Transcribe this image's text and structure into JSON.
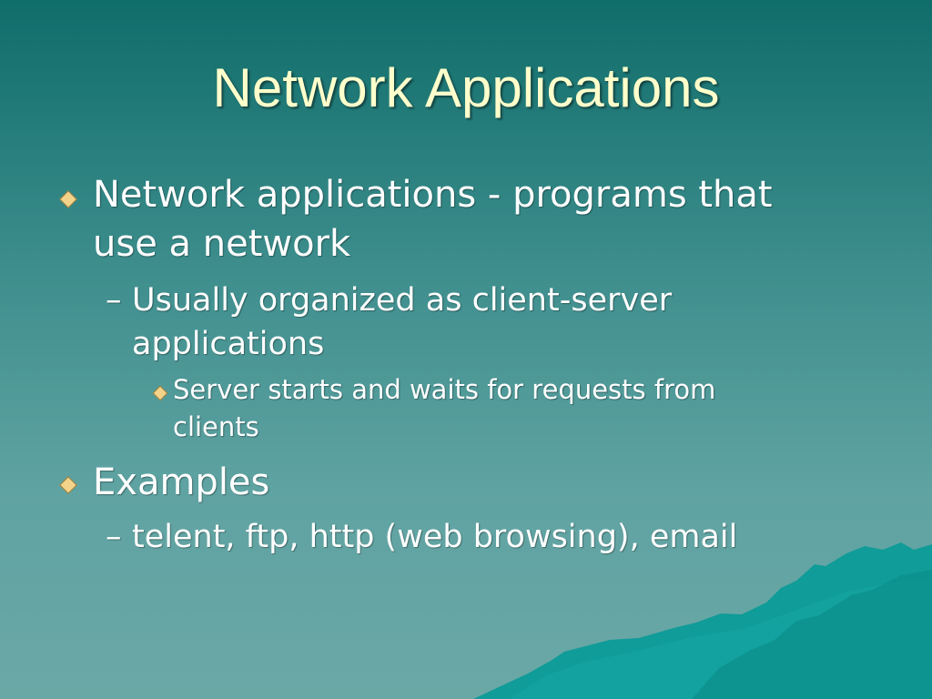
{
  "slide": {
    "title": "Network Applications",
    "bullets": [
      {
        "text": "Network applications - programs that use a network",
        "line1": "Network applications - programs that",
        "line2": "use a network",
        "children": [
          {
            "text": "Usually organized as client-server applications",
            "line1": "Usually organized as client-server",
            "line2": "applications",
            "children": [
              {
                "text": "Server starts and waits for requests from clients",
                "line1": "Server starts and waits for requests from",
                "line2": "clients"
              }
            ]
          }
        ]
      },
      {
        "text": "Examples",
        "children": [
          {
            "text": "telent, ftp, http (web browsing), email"
          }
        ]
      }
    ]
  },
  "glyphs": {
    "dash": "–"
  },
  "colors": {
    "title": "#ffffcc",
    "body_text": "#ffffff",
    "bullet": "#f3d38a",
    "background_top": "#0f6d6a",
    "background_bottom": "#6aa8a6",
    "mountain": "#0c9b98"
  },
  "icons": {
    "level1_bullet": "diamond-bullet-icon",
    "level2_bullet": "dash-bullet-icon",
    "level3_bullet": "diamond-bullet-icon"
  }
}
